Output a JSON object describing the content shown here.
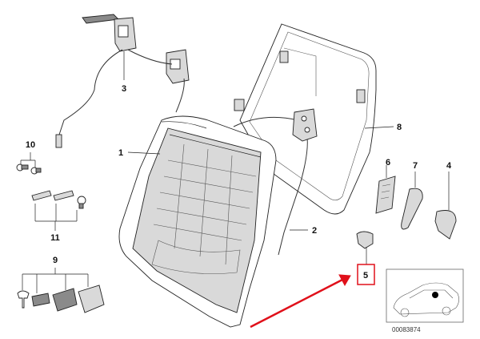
{
  "callouts": {
    "c1": "1",
    "c2": "2",
    "c3": "3",
    "c4": "4",
    "c5": "5",
    "c6": "6",
    "c7": "7",
    "c8": "8",
    "c9": "9",
    "c10": "10",
    "c11": "11"
  },
  "highlight": {
    "color": "#e0101a",
    "callout": "5"
  },
  "reference_code": "00083874"
}
